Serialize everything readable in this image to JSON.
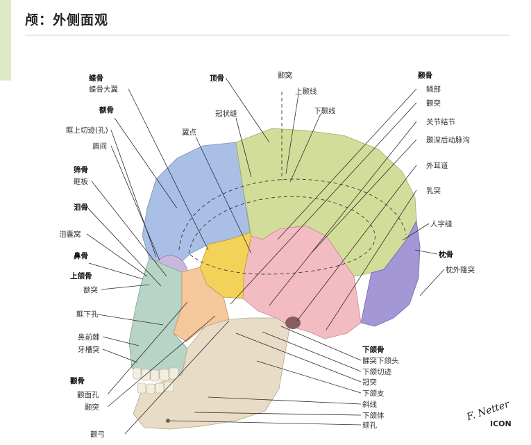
{
  "title": "颅：外侧面观",
  "labels": {
    "frontal_bone": "额骨",
    "frontal_notch": "眶上切迹(孔)",
    "glabella": "眉间",
    "sphenoid_bone": "蝶骨",
    "greater_wing": "蝶骨大翼",
    "parietal_bone": "顶骨",
    "pterion": "翼点",
    "coronal_suture": "冠状缝",
    "temporal_fossa": "颞窝",
    "superior_temporal_line": "上颞线",
    "inferior_temporal_line": "下颞线",
    "ethmoid_bone": "筛骨",
    "orbital_plate": "眶板",
    "lacrimal_bone": "泪骨",
    "lacrimal_fossa": "泪囊窝",
    "nasal_bone": "鼻骨",
    "maxilla": "上颌骨",
    "frontal_process": "额突",
    "infraorbital_foramen": "眶下孔",
    "anterior_nasal_spine": "鼻前棘",
    "alveolar_process": "牙槽突",
    "zygomatic_bone": "颧骨",
    "zygomaticofacial_foramen": "颧面孔",
    "temporal_process": "颞突",
    "zygomatic_arch": "颧弓",
    "temporal_bone": "颞骨",
    "squamous_part": "鳞部",
    "zygomatic_process": "颧突",
    "articular_tubercle": "关节结节",
    "groove_deep_temporal_artery": "颞深后动脉沟",
    "external_acoustic_meatus": "外耳道",
    "mastoid_process": "乳突",
    "lambdoid_suture": "人字缝",
    "occipital_bone": "枕骨",
    "external_occipital_protuberance": "枕外隆突",
    "mandible": "下颌骨",
    "condylar_process": "髁突下颌头",
    "mandibular_notch": "下颌切迹",
    "coronoid_process": "冠突",
    "ramus": "下颌支",
    "oblique_line": "斜线",
    "body": "下颌体",
    "mental_foramen": "颏孔"
  },
  "signature": "F. Netter",
  "logo": "ICON",
  "colors": {
    "frontal": "#a9bfe6",
    "parietal": "#d3dd9a",
    "temporal": "#f3bcc2",
    "sphenoid": "#f4d25a",
    "occipital": "#a497d6",
    "zygomatic": "#f6c79a",
    "maxilla": "#b7d4c6",
    "mandible": "#e8dcc6",
    "lacrimal": "#c7b9e6",
    "accent": "#dce9c4"
  }
}
